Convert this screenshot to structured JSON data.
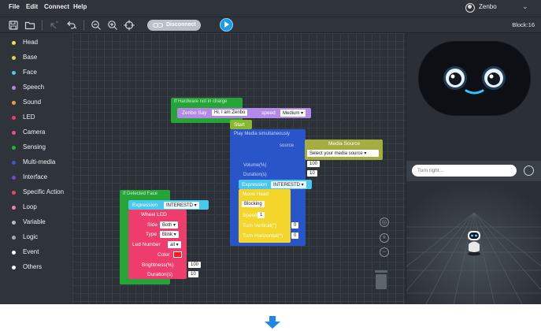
{
  "menubar": {
    "items": [
      "File",
      "Edit",
      "Connect",
      "Help"
    ],
    "user_name": "Zenbo"
  },
  "toolbar": {
    "disconnect_label": "Disconnect",
    "block_count": "Block:16"
  },
  "sidebar": {
    "categories": [
      {
        "label": "Head",
        "color": "#f3df48"
      },
      {
        "label": "Base",
        "color": "#d5da4c"
      },
      {
        "label": "Face",
        "color": "#4cc8f0"
      },
      {
        "label": "Speech",
        "color": "#b585ea"
      },
      {
        "label": "Sound",
        "color": "#f29a44"
      },
      {
        "label": "LED",
        "color": "#ee3d6c"
      },
      {
        "label": "Camera",
        "color": "#ec4f8d"
      },
      {
        "label": "Sensing",
        "color": "#28b237"
      },
      {
        "label": "Multi-media",
        "color": "#3d57d6"
      },
      {
        "label": "Interface",
        "color": "#6f49cf"
      },
      {
        "label": "Specific Action",
        "color": "#e94b55"
      },
      {
        "label": "Loop",
        "color": "#f07fb6"
      },
      {
        "label": "Variable",
        "color": "#bbbbbb"
      },
      {
        "label": "Logic",
        "color": "#aaaaaa"
      },
      {
        "label": "Event",
        "color": "#ffffff"
      },
      {
        "label": "Others",
        "color": "#ffffff"
      }
    ]
  },
  "workspace": {
    "hardware_block": {
      "header": "If Hardware not in charge",
      "say_label": "Zenbo Say",
      "say_text": "Hi, I am Zenbo",
      "speed_label": "speed",
      "speed_value": "Medium"
    },
    "start_block": {
      "label": "Start"
    },
    "media_block": {
      "header": "Play Media simultaneously",
      "source_label": "source",
      "source_title": "Media Source",
      "source_value": "Select your media source",
      "volume_label": "Volume(%)",
      "volume_value": "100",
      "duration_label": "Duration(s)",
      "duration_value": "10"
    },
    "expression_block": {
      "label": "Expression",
      "value": "INTERESTD"
    },
    "move_head_block": {
      "title": "Move Head",
      "mode": "Blocking",
      "speed_label": "Speed",
      "speed_value": "1",
      "vertical_label": "Turn Vertical(°)",
      "vertical_value": "0",
      "horizontal_label": "Turn Horizontal(°)",
      "horizontal_value": "0"
    },
    "face_block": {
      "header": "If Detected Face",
      "expression_label": "Expression",
      "expression_value": "INTERESTD",
      "wheel_led_title": "Wheel LED",
      "side_label": "Side",
      "side_value": "Both",
      "type_label": "Type",
      "type_value": "Blink",
      "led_number_label": "Led Number",
      "led_number_value": "all",
      "color_label": "Color",
      "color_value": "#ff1a1a",
      "brightness_label": "Brightness(%)",
      "brightness_value": "100",
      "duration_label": "Duration(s)",
      "duration_value": "10"
    }
  },
  "right_panel": {
    "chat_placeholder": "Turn right..."
  },
  "colors": {
    "accent_blue": "#1e9be9",
    "arrow_blue": "#1e88e5"
  }
}
